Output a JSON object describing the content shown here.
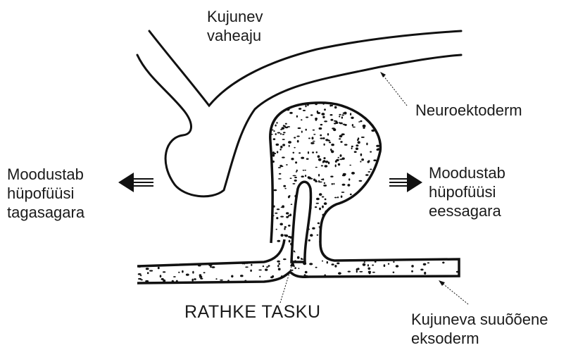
{
  "labels": {
    "diencephalon": [
      "Kujunev",
      "vaheaju"
    ],
    "neuroectoderm": "Neuroektoderm",
    "posterior": [
      "Moodustab",
      "hüpofüüsi",
      "tagasagara"
    ],
    "anterior": [
      "Moodustab",
      "hüpofüüsi",
      "eessagara"
    ],
    "rathke": "RATHKE TASKU",
    "ectoderm": [
      "Kujuneva suuõõene",
      "eksoderm"
    ]
  },
  "colors": {
    "ink": "#111111",
    "background": "#ffffff"
  }
}
